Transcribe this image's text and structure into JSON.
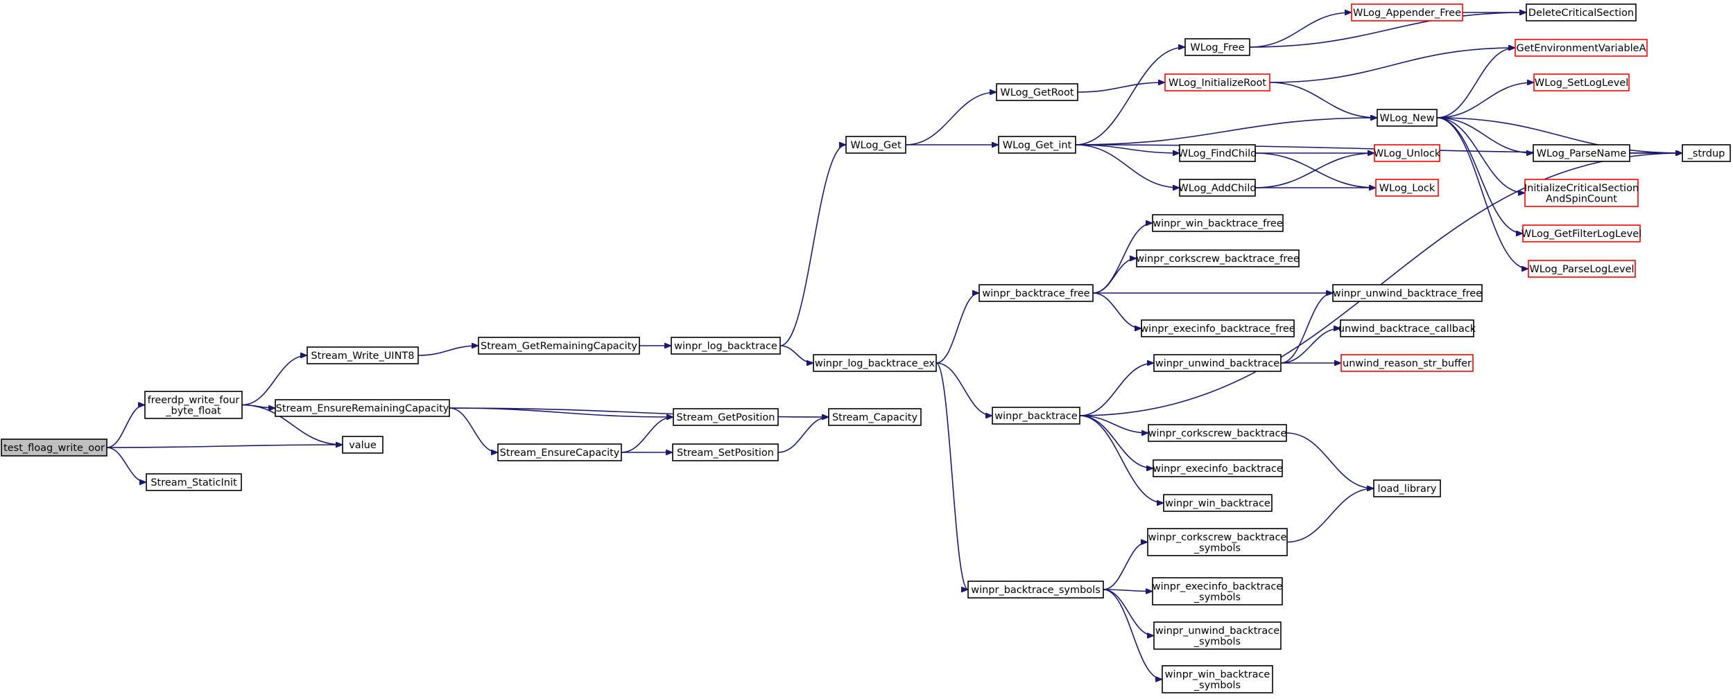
{
  "colors": {
    "edge": "#191970",
    "node_border": "#000000",
    "truncated_node_border": "#ff0000",
    "root_fill": "#bfbfbf",
    "node_fill": "#ffffff"
  },
  "nodes": [
    {
      "id": "test_floag_write_oor",
      "lines": [
        "test_floag_write_oor"
      ],
      "style": "root"
    },
    {
      "id": "freerdp_write_four_byte_float",
      "lines": [
        "freerdp_write_four",
        "_byte_float"
      ],
      "style": "normal"
    },
    {
      "id": "Stream_StaticInit",
      "lines": [
        "Stream_StaticInit"
      ],
      "style": "normal"
    },
    {
      "id": "value",
      "lines": [
        "value"
      ],
      "style": "normal"
    },
    {
      "id": "Stream_Write_UINT8",
      "lines": [
        "Stream_Write_UINT8"
      ],
      "style": "normal"
    },
    {
      "id": "Stream_EnsureRemainingCapacity",
      "lines": [
        "Stream_EnsureRemainingCapacity"
      ],
      "style": "normal"
    },
    {
      "id": "Stream_GetRemainingCapacity",
      "lines": [
        "Stream_GetRemainingCapacity"
      ],
      "style": "normal"
    },
    {
      "id": "Stream_EnsureCapacity",
      "lines": [
        "Stream_EnsureCapacity"
      ],
      "style": "normal"
    },
    {
      "id": "Stream_GetPosition",
      "lines": [
        "Stream_GetPosition"
      ],
      "style": "normal"
    },
    {
      "id": "Stream_SetPosition",
      "lines": [
        "Stream_SetPosition"
      ],
      "style": "normal"
    },
    {
      "id": "Stream_Capacity",
      "lines": [
        "Stream_Capacity"
      ],
      "style": "normal"
    },
    {
      "id": "winpr_log_backtrace",
      "lines": [
        "winpr_log_backtrace"
      ],
      "style": "normal"
    },
    {
      "id": "winpr_log_backtrace_ex",
      "lines": [
        "winpr_log_backtrace_ex"
      ],
      "style": "normal"
    },
    {
      "id": "WLog_Get",
      "lines": [
        "WLog_Get"
      ],
      "style": "normal"
    },
    {
      "id": "WLog_GetRoot",
      "lines": [
        "WLog_GetRoot"
      ],
      "style": "normal"
    },
    {
      "id": "WLog_Get_int",
      "lines": [
        "WLog_Get_int"
      ],
      "style": "normal"
    },
    {
      "id": "WLog_Free",
      "lines": [
        "WLog_Free"
      ],
      "style": "normal"
    },
    {
      "id": "WLog_InitializeRoot",
      "lines": [
        "WLog_InitializeRoot"
      ],
      "style": "truncated"
    },
    {
      "id": "WLog_Appender_Free",
      "lines": [
        "WLog_Appender_Free"
      ],
      "style": "truncated"
    },
    {
      "id": "DeleteCriticalSection",
      "lines": [
        "DeleteCriticalSection"
      ],
      "style": "normal"
    },
    {
      "id": "GetEnvironmentVariableA",
      "lines": [
        "GetEnvironmentVariableA"
      ],
      "style": "truncated"
    },
    {
      "id": "WLog_SetLogLevel",
      "lines": [
        "WLog_SetLogLevel"
      ],
      "style": "truncated"
    },
    {
      "id": "WLog_New",
      "lines": [
        "WLog_New"
      ],
      "style": "normal"
    },
    {
      "id": "WLog_ParseName",
      "lines": [
        "WLog_ParseName"
      ],
      "style": "normal"
    },
    {
      "id": "_strdup",
      "lines": [
        "_strdup"
      ],
      "style": "normal"
    },
    {
      "id": "WLog_FindChild",
      "lines": [
        "WLog_FindChild"
      ],
      "style": "normal"
    },
    {
      "id": "WLog_AddChild",
      "lines": [
        "WLog_AddChild"
      ],
      "style": "normal"
    },
    {
      "id": "WLog_Unlock",
      "lines": [
        "WLog_Unlock"
      ],
      "style": "truncated"
    },
    {
      "id": "WLog_Lock",
      "lines": [
        "WLog_Lock"
      ],
      "style": "truncated"
    },
    {
      "id": "InitializeCriticalSectionAndSpinCount",
      "lines": [
        "InitializeCriticalSection",
        "AndSpinCount"
      ],
      "style": "truncated"
    },
    {
      "id": "WLog_GetFilterLogLevel",
      "lines": [
        "WLog_GetFilterLogLevel"
      ],
      "style": "truncated"
    },
    {
      "id": "WLog_ParseLogLevel",
      "lines": [
        "WLog_ParseLogLevel"
      ],
      "style": "truncated"
    },
    {
      "id": "winpr_backtrace_free",
      "lines": [
        "winpr_backtrace_free"
      ],
      "style": "normal"
    },
    {
      "id": "winpr_win_backtrace_free",
      "lines": [
        "winpr_win_backtrace_free"
      ],
      "style": "normal"
    },
    {
      "id": "winpr_corkscrew_backtrace_free",
      "lines": [
        "winpr_corkscrew_backtrace_free"
      ],
      "style": "normal"
    },
    {
      "id": "winpr_execinfo_backtrace_free",
      "lines": [
        "winpr_execinfo_backtrace_free"
      ],
      "style": "normal"
    },
    {
      "id": "winpr_unwind_backtrace_free",
      "lines": [
        "winpr_unwind_backtrace_free"
      ],
      "style": "normal"
    },
    {
      "id": "unwind_backtrace_callback",
      "lines": [
        "unwind_backtrace_callback"
      ],
      "style": "normal"
    },
    {
      "id": "winpr_unwind_backtrace",
      "lines": [
        "winpr_unwind_backtrace"
      ],
      "style": "normal"
    },
    {
      "id": "unwind_reason_str_buffer",
      "lines": [
        "unwind_reason_str_buffer"
      ],
      "style": "truncated"
    },
    {
      "id": "winpr_backtrace",
      "lines": [
        "winpr_backtrace"
      ],
      "style": "normal"
    },
    {
      "id": "winpr_corkscrew_backtrace",
      "lines": [
        "winpr_corkscrew_backtrace"
      ],
      "style": "normal"
    },
    {
      "id": "winpr_execinfo_backtrace",
      "lines": [
        "winpr_execinfo_backtrace"
      ],
      "style": "normal"
    },
    {
      "id": "winpr_win_backtrace",
      "lines": [
        "winpr_win_backtrace"
      ],
      "style": "normal"
    },
    {
      "id": "load_library",
      "lines": [
        "load_library"
      ],
      "style": "normal"
    },
    {
      "id": "winpr_backtrace_symbols",
      "lines": [
        "winpr_backtrace_symbols"
      ],
      "style": "normal"
    },
    {
      "id": "winpr_corkscrew_backtrace_symbols",
      "lines": [
        "winpr_corkscrew_backtrace",
        "_symbols"
      ],
      "style": "normal"
    },
    {
      "id": "winpr_execinfo_backtrace_symbols",
      "lines": [
        "winpr_execinfo_backtrace",
        "_symbols"
      ],
      "style": "normal"
    },
    {
      "id": "winpr_unwind_backtrace_symbols",
      "lines": [
        "winpr_unwind_backtrace",
        "_symbols"
      ],
      "style": "normal"
    },
    {
      "id": "winpr_win_backtrace_symbols",
      "lines": [
        "winpr_win_backtrace",
        "_symbols"
      ],
      "style": "normal"
    }
  ],
  "edges": [
    {
      "from": "test_floag_write_oor",
      "to": "freerdp_write_four_byte_float"
    },
    {
      "from": "test_floag_write_oor",
      "to": "value"
    },
    {
      "from": "test_floag_write_oor",
      "to": "Stream_StaticInit"
    },
    {
      "from": "freerdp_write_four_byte_float",
      "to": "Stream_Write_UINT8"
    },
    {
      "from": "freerdp_write_four_byte_float",
      "to": "Stream_EnsureRemainingCapacity"
    },
    {
      "from": "freerdp_write_four_byte_float",
      "to": "value"
    },
    {
      "from": "Stream_Write_UINT8",
      "to": "Stream_GetRemainingCapacity"
    },
    {
      "from": "Stream_GetRemainingCapacity",
      "to": "winpr_log_backtrace"
    },
    {
      "from": "Stream_EnsureRemainingCapacity",
      "to": "Stream_Capacity"
    },
    {
      "from": "Stream_EnsureRemainingCapacity",
      "to": "Stream_GetPosition"
    },
    {
      "from": "Stream_EnsureRemainingCapacity",
      "to": "Stream_EnsureCapacity"
    },
    {
      "from": "Stream_EnsureCapacity",
      "to": "Stream_GetPosition"
    },
    {
      "from": "Stream_EnsureCapacity",
      "to": "Stream_SetPosition"
    },
    {
      "from": "Stream_SetPosition",
      "to": "Stream_Capacity"
    },
    {
      "from": "winpr_log_backtrace",
      "to": "WLog_Get"
    },
    {
      "from": "winpr_log_backtrace",
      "to": "winpr_log_backtrace_ex"
    },
    {
      "from": "WLog_Get",
      "to": "WLog_GetRoot"
    },
    {
      "from": "WLog_Get",
      "to": "WLog_Get_int"
    },
    {
      "from": "WLog_GetRoot",
      "to": "WLog_InitializeRoot"
    },
    {
      "from": "WLog_Get_int",
      "to": "WLog_Free"
    },
    {
      "from": "WLog_Get_int",
      "to": "WLog_New"
    },
    {
      "from": "WLog_Get_int",
      "to": "WLog_FindChild"
    },
    {
      "from": "WLog_Get_int",
      "to": "WLog_AddChild"
    },
    {
      "from": "WLog_Get_int",
      "to": "_strdup"
    },
    {
      "from": "WLog_Free",
      "to": "WLog_Appender_Free"
    },
    {
      "from": "WLog_Free",
      "to": "DeleteCriticalSection"
    },
    {
      "from": "WLog_Appender_Free",
      "to": "DeleteCriticalSection"
    },
    {
      "from": "WLog_InitializeRoot",
      "to": "GetEnvironmentVariableA"
    },
    {
      "from": "WLog_InitializeRoot",
      "to": "WLog_New"
    },
    {
      "from": "WLog_New",
      "to": "GetEnvironmentVariableA"
    },
    {
      "from": "WLog_New",
      "to": "WLog_SetLogLevel"
    },
    {
      "from": "WLog_New",
      "to": "_strdup"
    },
    {
      "from": "WLog_New",
      "to": "WLog_ParseName"
    },
    {
      "from": "WLog_New",
      "to": "InitializeCriticalSectionAndSpinCount"
    },
    {
      "from": "WLog_New",
      "to": "WLog_GetFilterLogLevel"
    },
    {
      "from": "WLog_New",
      "to": "WLog_ParseLogLevel"
    },
    {
      "from": "WLog_ParseName",
      "to": "_strdup"
    },
    {
      "from": "WLog_FindChild",
      "to": "WLog_Unlock"
    },
    {
      "from": "WLog_FindChild",
      "to": "WLog_Lock"
    },
    {
      "from": "WLog_AddChild",
      "to": "WLog_Unlock"
    },
    {
      "from": "WLog_AddChild",
      "to": "WLog_Lock"
    },
    {
      "from": "winpr_log_backtrace_ex",
      "to": "winpr_backtrace_free"
    },
    {
      "from": "winpr_log_backtrace_ex",
      "to": "winpr_backtrace"
    },
    {
      "from": "winpr_log_backtrace_ex",
      "to": "winpr_backtrace_symbols"
    },
    {
      "from": "winpr_backtrace_free",
      "to": "winpr_win_backtrace_free"
    },
    {
      "from": "winpr_backtrace_free",
      "to": "winpr_corkscrew_backtrace_free"
    },
    {
      "from": "winpr_backtrace_free",
      "to": "winpr_unwind_backtrace_free"
    },
    {
      "from": "winpr_backtrace_free",
      "to": "winpr_execinfo_backtrace_free"
    },
    {
      "from": "winpr_backtrace",
      "to": "winpr_unwind_backtrace"
    },
    {
      "from": "winpr_backtrace",
      "to": "_strdup"
    },
    {
      "from": "winpr_backtrace",
      "to": "winpr_corkscrew_backtrace"
    },
    {
      "from": "winpr_backtrace",
      "to": "winpr_execinfo_backtrace"
    },
    {
      "from": "winpr_backtrace",
      "to": "winpr_win_backtrace"
    },
    {
      "from": "winpr_unwind_backtrace",
      "to": "winpr_unwind_backtrace_free"
    },
    {
      "from": "winpr_unwind_backtrace",
      "to": "unwind_backtrace_callback"
    },
    {
      "from": "winpr_unwind_backtrace",
      "to": "unwind_reason_str_buffer"
    },
    {
      "from": "winpr_corkscrew_backtrace",
      "to": "load_library"
    },
    {
      "from": "winpr_backtrace_symbols",
      "to": "winpr_corkscrew_backtrace_symbols"
    },
    {
      "from": "winpr_backtrace_symbols",
      "to": "winpr_execinfo_backtrace_symbols"
    },
    {
      "from": "winpr_backtrace_symbols",
      "to": "winpr_unwind_backtrace_symbols"
    },
    {
      "from": "winpr_backtrace_symbols",
      "to": "winpr_win_backtrace_symbols"
    },
    {
      "from": "winpr_corkscrew_backtrace_symbols",
      "to": "load_library"
    }
  ]
}
